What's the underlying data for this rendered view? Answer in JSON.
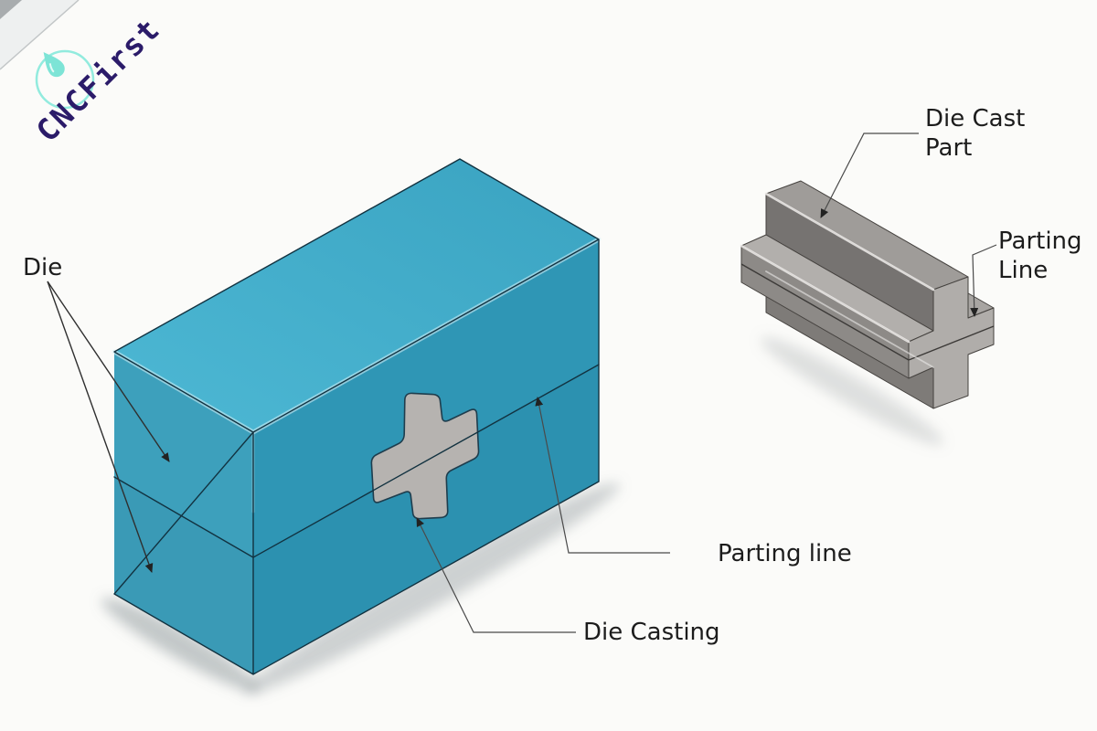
{
  "logo": {
    "text": "CNCFirst",
    "text_color": "#2b1b69",
    "ring_color": "#86e9da",
    "droplet_color": "#7de4d6"
  },
  "labels": {
    "die": "Die",
    "die_cast_part": {
      "line1": "Die Cast",
      "line2": "Part"
    },
    "parting_line_part": {
      "line1": "Parting",
      "line2": "Line"
    },
    "parting_line_die": "Parting line",
    "die_casting": "Die Casting"
  },
  "colors": {
    "background": "#fbfbf9",
    "die_top": "#43afcc",
    "die_front_upper": "#2f96b5",
    "die_front_lower": "#2c91b0",
    "die_left_upper": "#3da0bc",
    "die_left_lower": "#3a9ab6",
    "die_edge": "#123240",
    "die_edge_highlight": "#d8f2f7",
    "cavity_fill": "#b6b3b0",
    "cavity_outline": "#1e3d4d",
    "part_top": "#9f9c99",
    "part_side_dark": "#767371",
    "part_step_top": "#b2afac",
    "part_step_side": "#8d8a87",
    "part_bottom_side": "#7e7b78",
    "part_right_arm_top": "#a8a5a2",
    "part_end_cap": "#b0adaa",
    "part_highlight": "#ebe9e7",
    "leader": "#4a4a4a",
    "label_text": "#1c1c1c"
  }
}
